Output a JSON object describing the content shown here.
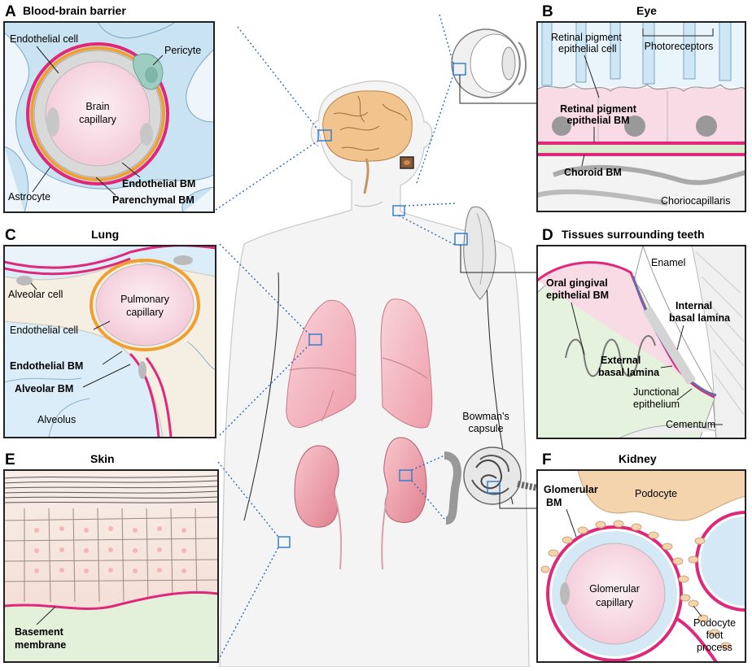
{
  "panels": {
    "a": {
      "letter": "A",
      "title": "Blood-brain barrier",
      "labels": {
        "endothelial_cell": "Endothelial cell",
        "pericyte": "Pericyte",
        "brain_capillary_1": "Brain",
        "brain_capillary_2": "capillary",
        "astrocyte": "Astrocyte",
        "endothelial_bm": "Endothelial BM",
        "parenchymal_bm": "Parenchymal BM"
      }
    },
    "b": {
      "letter": "B",
      "title": "Eye",
      "labels": {
        "rpe_cell_1": "Retinal pigment",
        "rpe_cell_2": "epithelial cell",
        "photoreceptors": "Photoreceptors",
        "rpe_bm_1": "Retinal pigment",
        "rpe_bm_2": "epithelial BM",
        "choroid_bm": "Choroid BM",
        "choriocapillaris": "Choriocapillaris"
      }
    },
    "c": {
      "letter": "C",
      "title": "Lung",
      "labels": {
        "alveolar_cell": "Alveolar cell",
        "pulmonary_1": "Pulmonary",
        "pulmonary_2": "capillary",
        "endothelial_cell": "Endothelial cell",
        "endothelial_bm": "Endothelial BM",
        "alveolar_bm": "Alveolar BM",
        "alveolus": "Alveolus"
      }
    },
    "d": {
      "letter": "D",
      "title": "Tissues surrounding teeth",
      "labels": {
        "enamel": "Enamel",
        "oral_bm_1": "Oral gingival",
        "oral_bm_2": "epithelial BM",
        "internal_1": "Internal",
        "internal_2": "basal lamina",
        "external_1": "External",
        "external_2": "basal lamina",
        "junctional_1": "Junctional",
        "junctional_2": "epithelium",
        "cementum": "Cementum"
      }
    },
    "e": {
      "letter": "E",
      "title": "Skin",
      "labels": {
        "basement_1": "Basement",
        "basement_2": "membrane"
      }
    },
    "f": {
      "letter": "F",
      "title": "Kidney",
      "labels": {
        "glomerular_bm_1": "Glomerular",
        "glomerular_bm_2": "BM",
        "podocyte": "Podocyte",
        "glom_cap_1": "Glomerular",
        "glom_cap_2": "capillary",
        "foot_1": "Podocyte",
        "foot_2": "foot",
        "foot_3": "process"
      }
    }
  },
  "center": {
    "bowmans_1": "Bowman’s",
    "bowmans_2": "capsule"
  },
  "colors": {
    "bm_magenta": "#e0287a",
    "bm_orange": "#f0a030",
    "astro_blue": "#c9e3f3",
    "capillary_pink": "#f7dde7",
    "zoom_blue": "#2b7ad0",
    "organ_pink": "#f4b8c2",
    "brain_tan": "#f1c48e"
  }
}
